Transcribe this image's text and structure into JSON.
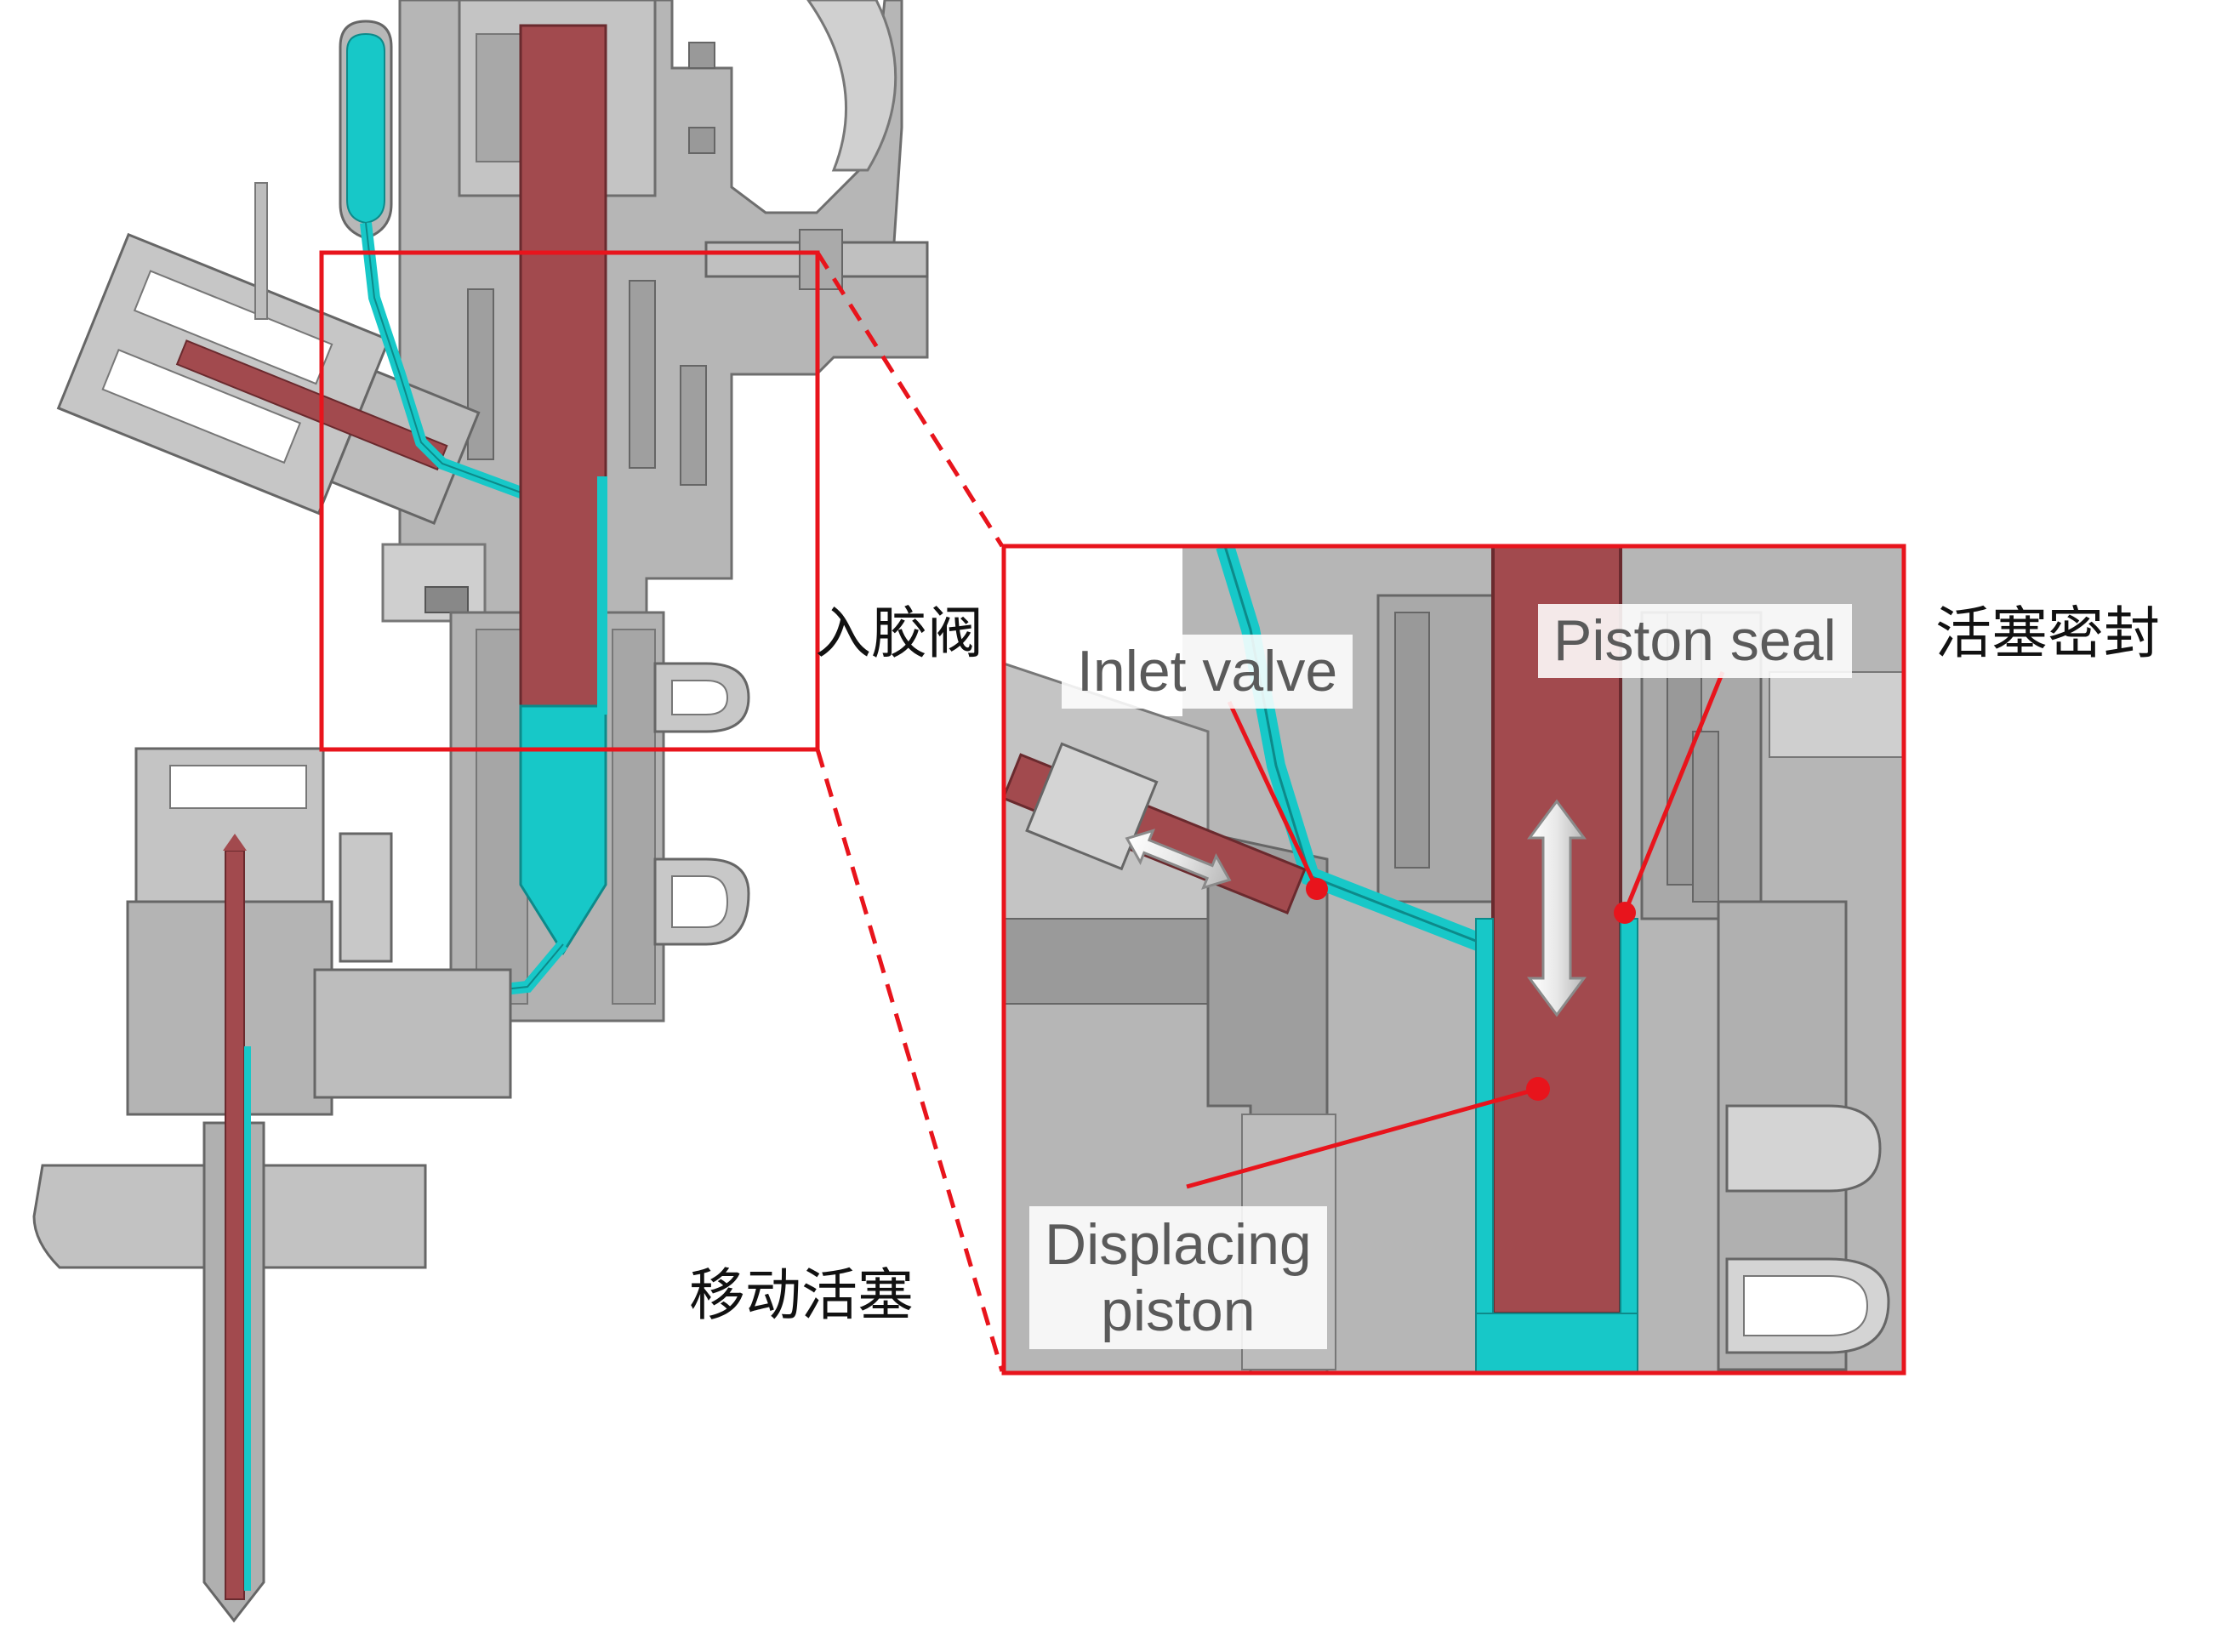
{
  "labels": {
    "inlet_valve_cn": "入胶阀",
    "piston_seal_cn": "活塞密封",
    "displacing_piston_cn": "移动活塞",
    "inlet_valve_en": "Inlet valve",
    "piston_seal_en": "Piston seal",
    "displacing_piston_en_line1": "Displacing",
    "displacing_piston_en_line2": "piston"
  },
  "colors": {
    "body_gray": "#b4b4b4",
    "body_dark": "#8c8c8c",
    "body_light": "#d2d2d2",
    "piston_red": "#a24a4e",
    "fluid_cyan": "#17c8c8",
    "highlight_red": "#e8141c",
    "label_gray": "#5a5a5a"
  }
}
